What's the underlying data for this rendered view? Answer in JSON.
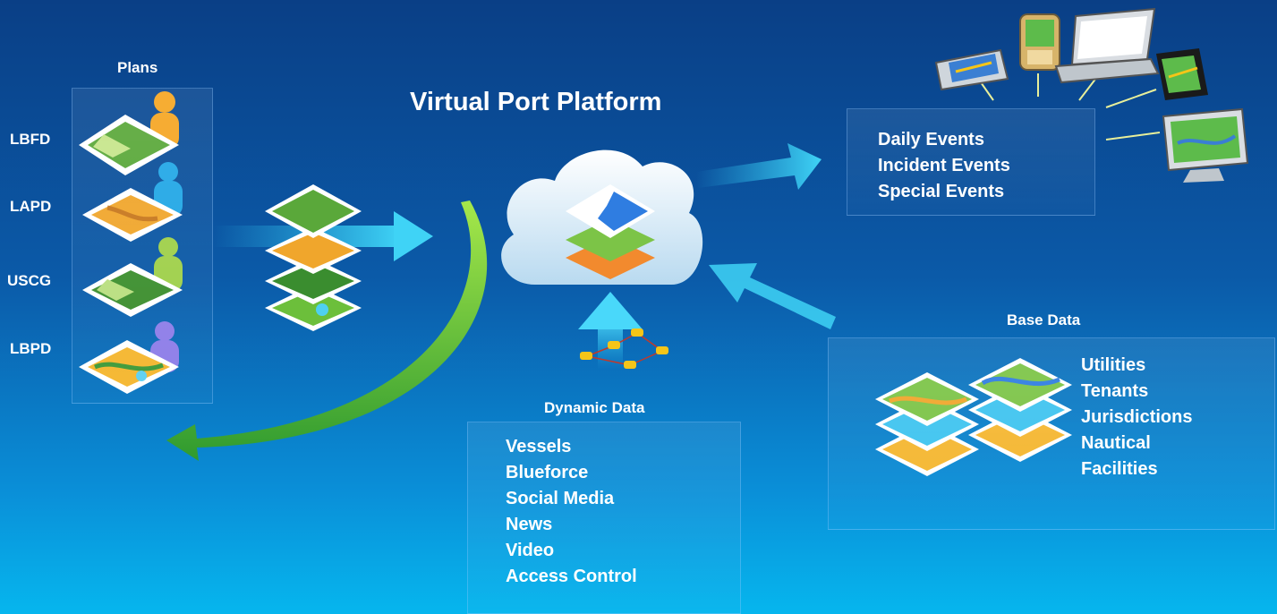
{
  "title": "Virtual Port Platform",
  "plans": {
    "heading": "Plans",
    "agencies": [
      "LBFD",
      "LAPD",
      "USCG",
      "LBPD"
    ]
  },
  "events": {
    "items": [
      "Daily Events",
      "Incident Events",
      "Special Events"
    ]
  },
  "dynamic_data": {
    "heading": "Dynamic Data",
    "items": [
      "Vessels",
      "Blueforce",
      "Social Media",
      "News",
      "Video",
      "Access Control"
    ]
  },
  "base_data": {
    "heading": "Base Data",
    "items": [
      "Utilities",
      "Tenants",
      "Jurisdictions",
      "Nautical",
      "Facilities"
    ]
  },
  "colors": {
    "arrow_cyan": "#2ec5f0",
    "arrow_green": "#5fcf3c",
    "cloud": "#e8f3fb"
  }
}
